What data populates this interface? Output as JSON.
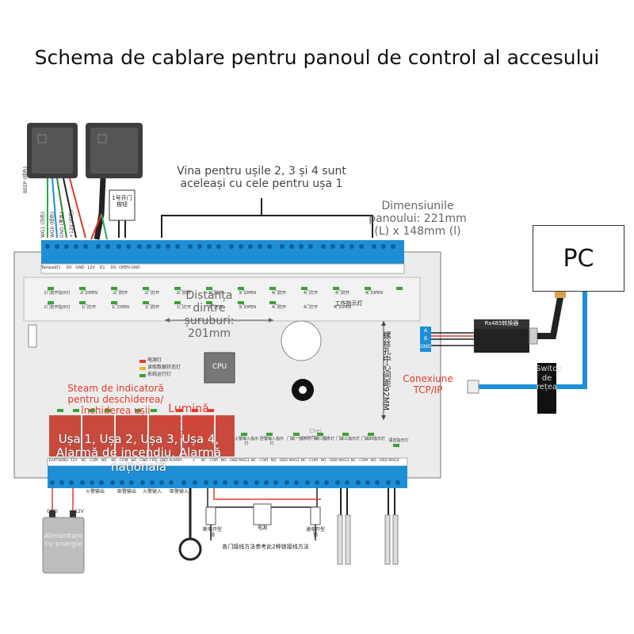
{
  "title": "Schema de cablare pentru panoul de control al accesului",
  "notes": {
    "doors_wiring": "Vina pentru ușile 2, 3 și 4 sunt aceleași cu cele pentru ușa 1",
    "panel_dimensions": "Dimensiunile panoului: 221mm (L) x 148mm (l)",
    "screw_distance": "Distanța dintre șuruburi: 201mm",
    "screw_hole_spacing": "螺丝孔中心间距92MM",
    "door_indicator": "Steam de indicatoră pentru deschiderea/închiderea ușii",
    "alarm_indicator": "Lumină indicator de alarmă",
    "relay_labels": "Ușa 1, Ușa 2, Ușa 3, Ușa 4, Alarmă de incendiu, Alarmă națională",
    "tcp": "Conexiune TCP/IP",
    "switch": "Switch de rețea",
    "pc": "PC",
    "power": "Alimentare cu energie",
    "door_button": "Chei pentru uși",
    "cpu": "CPU",
    "rs485": "Rs485转换器",
    "work_light": "工作指示灯",
    "button_cn": "1号开门按钮",
    "wiring_method": "各门接线方法参考此2种锁接线方法",
    "power_cn": "电源",
    "lock_cn_1": "断电开型锁",
    "lock_cn_2": "通电开型锁"
  },
  "reader_wires": [
    "BEEP (绿色)",
    "WG1 (白色)",
    "WG0 (绿色)",
    "GND (黑色)",
    "+12V (红色)"
  ],
  "top_terminal_labels": [
    "Tamper",
    "D1",
    "D0",
    "GND",
    "12V",
    "D1",
    "D0",
    "OPEN",
    "GND"
  ],
  "indicator_rows": [
    [
      "2门防开指示灯",
      "2门OPEN",
      "2门防开",
      "2门打开",
      "2门防开",
      "3门防开",
      "3门OPEN",
      "4门防开",
      "4门打开",
      "4门防开",
      "4门OPEN"
    ],
    [
      "1门防开指示灯",
      "1门打开",
      "1门OPEN",
      "1门防开",
      "1门打开",
      "3门打开",
      "3门OPEN",
      "4门防开",
      "4门打开",
      "4门OPEN"
    ]
  ],
  "status_lights": [
    "电源灯",
    "读取数据状态灯",
    "系统运行灯"
  ],
  "bottom_terminal_labels": [
    "EARTH",
    "GND",
    "12V",
    "NC",
    "COM",
    "NO",
    "NC",
    "COM",
    "NO",
    "GND",
    "FIRE",
    "GND",
    "ALARM",
    "-",
    "+",
    "NC",
    "COM",
    "NO",
    "GND",
    "MAG1",
    "NC",
    "COM",
    "NO",
    "GND",
    "MAG2",
    "NC",
    "COM",
    "NO",
    "GND",
    "MAG3",
    "NC",
    "COM",
    "NO",
    "GND",
    "MAG4"
  ],
  "bottom_outputs": [
    "火警输出",
    "匪警输出",
    "火警输入",
    "匪警输入"
  ],
  "indicator_labels": [
    "火警输入指示灯",
    "匪警输入指示灯",
    "门磁一指示灯",
    "门磁二指示灯",
    "门磁三指示灯",
    "门磁四指示灯",
    "语音指示灯"
  ],
  "power_terminals": [
    "GND",
    "12V"
  ],
  "rs485_terminals": [
    "A",
    "B",
    "GND"
  ],
  "colors": {
    "blue": "#1e8fd6",
    "red": "#e23b2e",
    "green": "#3aa235",
    "board": "#ececec",
    "relay": "#c94a3c"
  }
}
